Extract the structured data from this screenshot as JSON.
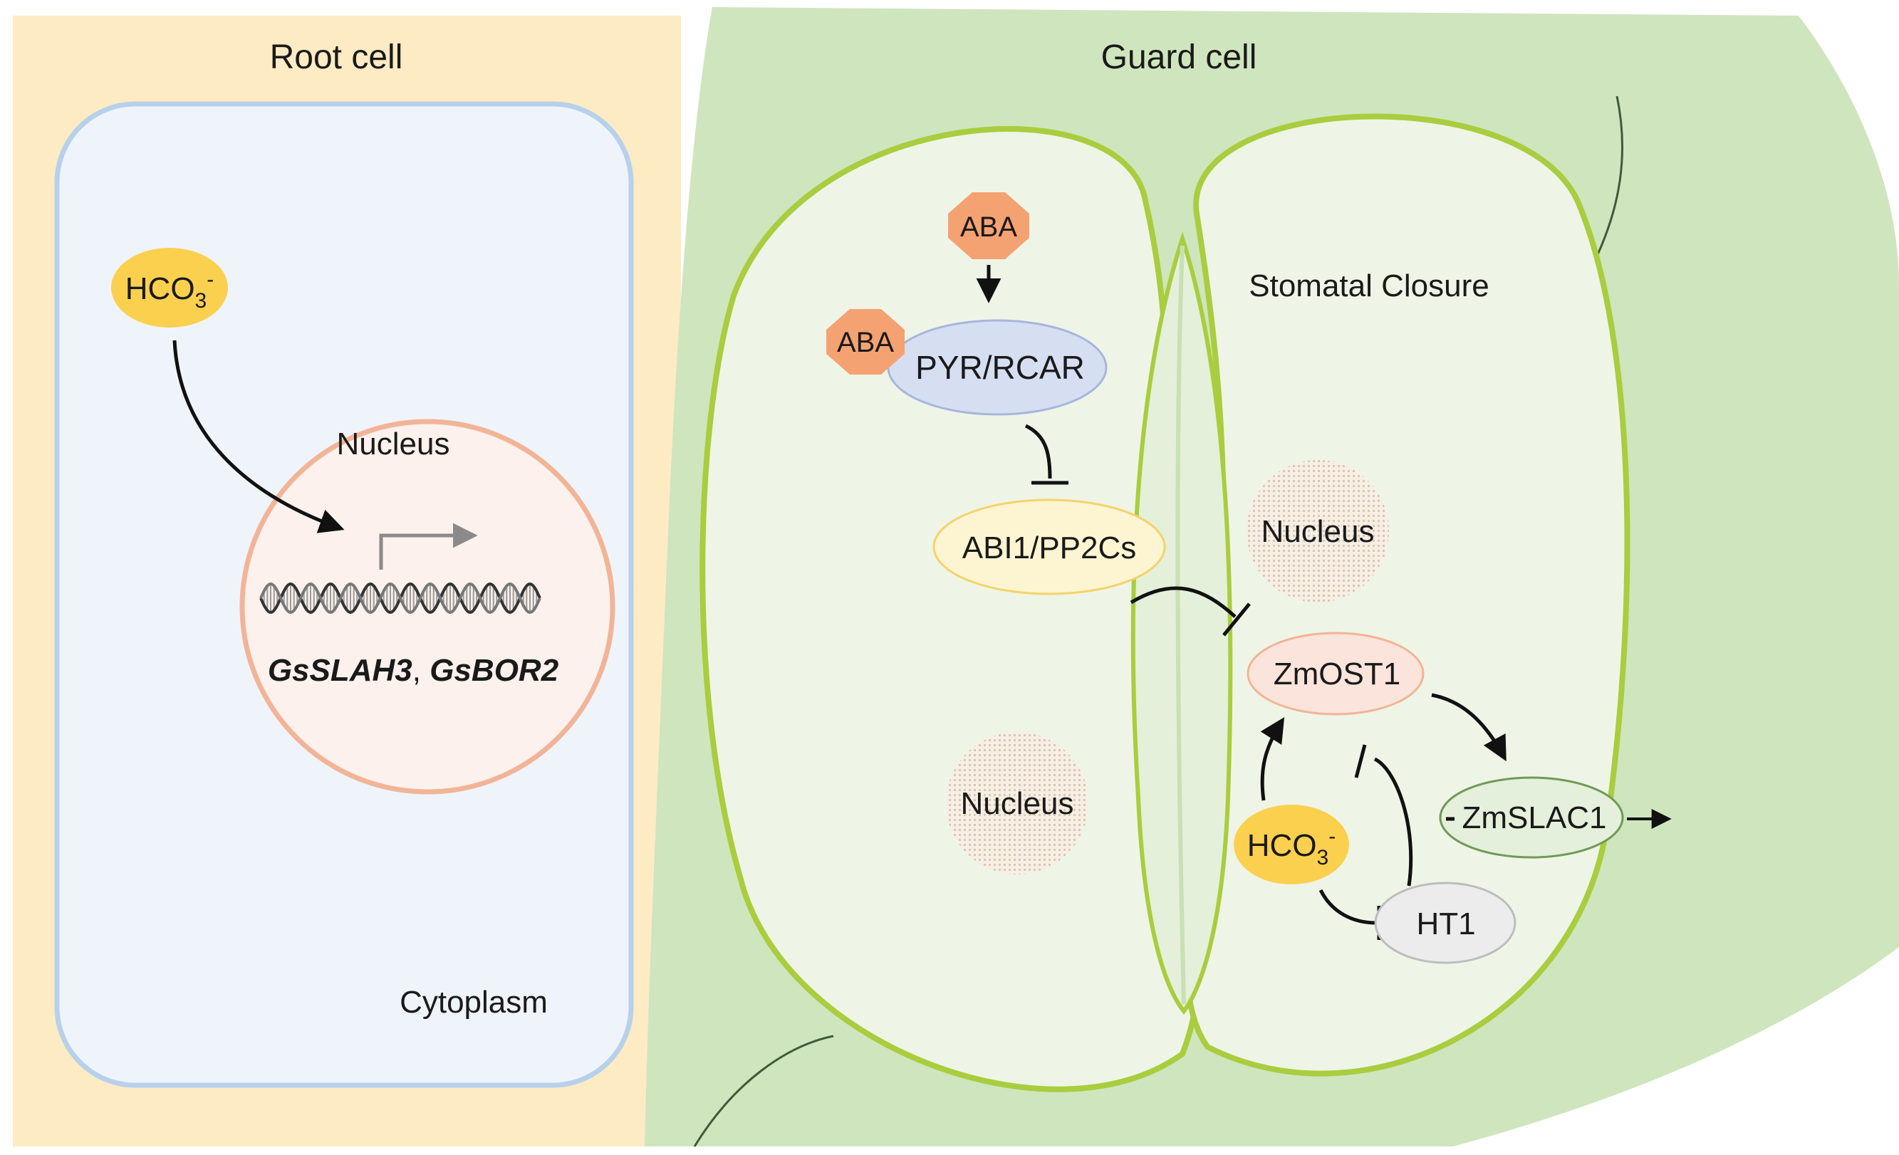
{
  "root_panel": {
    "title": "Root cell",
    "cytoplasm_label": "Cytoplasm",
    "nucleus_label": "Nucleus",
    "bicarbonate": {
      "base": "HCO",
      "sub": "3",
      "sup": "-"
    },
    "genes": {
      "first": "GsSLAH3",
      "separator": ", ",
      "second": "GsBOR2"
    }
  },
  "guard_panel": {
    "title": "Guard cell",
    "closure_label": "Stomatal Closure",
    "aba_free": "ABA",
    "aba_bound": "ABA",
    "receptor": "PYR/RCAR",
    "phosphatase": "ABI1/PP2Cs",
    "kinase": "ZmOST1",
    "channel": "ZmSLAC1",
    "ht1": "HT1",
    "nucleus_left": "Nucleus",
    "nucleus_right": "Nucleus",
    "bicarbonate": {
      "base": "HCO",
      "sub": "3",
      "sup": "-"
    }
  },
  "colors": {
    "root_background": "#fcebc3",
    "root_cell_fill": "#eff4fb",
    "root_cell_border": "#b7d1ec",
    "nucleus_fill": "#fcf1ec",
    "nucleus_border": "#f2b497",
    "leaf_fill": "#cfe5be",
    "guard_cell_fill": "#eef5e6",
    "guard_cell_border": "#a9cd3e",
    "aba_fill": "#f5a272",
    "bicarbonate_fill": "#fcd04f",
    "receptor_fill": "#d6def2",
    "phosphatase_fill": "#fdf5d1",
    "kinase_fill": "#fbe4dc",
    "channel_fill": "#e4f0db",
    "ht1_fill": "#ececec"
  }
}
